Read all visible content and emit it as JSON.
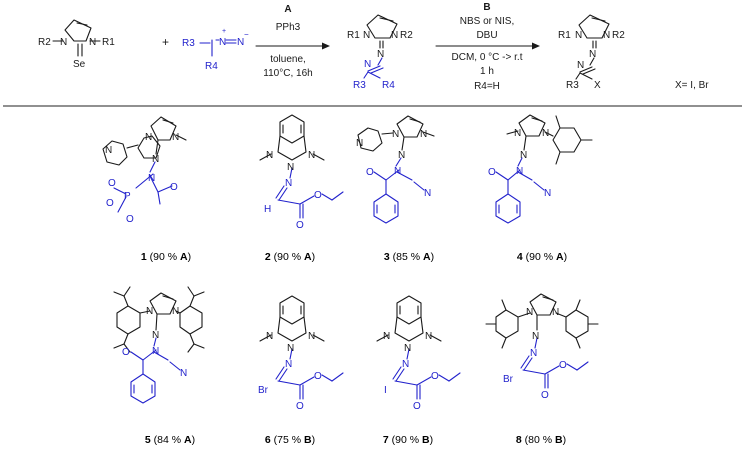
{
  "colors": {
    "ink": "#1a1a1a",
    "blue": "#2222cc"
  },
  "scheme": {
    "reagent1": {
      "R2": "R2",
      "N1": "N",
      "N2": "N",
      "R1": "R1",
      "Se": "Se"
    },
    "plus": "+",
    "reagent2": {
      "R3": "R3",
      "R4": "R4",
      "charge_plus": "+",
      "charge_minus": "−",
      "N_ylide": "N",
      "N_term": "N"
    },
    "step1": {
      "label": "A",
      "line1": "PPh3",
      "line2": "toluene,",
      "line3": "110°C, 16h"
    },
    "intermediate": {
      "R1": "R1",
      "R2": "R2",
      "R3": "R3",
      "R4": "R4"
    },
    "step2": {
      "label": "B",
      "line1": "NBS or NIS,",
      "line2": "DBU",
      "line3": "DCM, 0 °C -> r.t",
      "line4": "1 h",
      "line5": "R4=H"
    },
    "product": {
      "R1": "R1",
      "R2": "R2",
      "R3": "R3",
      "X": "X"
    },
    "x_note": "X= I, Br"
  },
  "compounds": [
    {
      "num": "1",
      "yield": "90 %",
      "method": "A"
    },
    {
      "num": "2",
      "yield": "90 %",
      "method": "A"
    },
    {
      "num": "3",
      "yield": "85 %",
      "method": "A"
    },
    {
      "num": "4",
      "yield": "90 %",
      "method": "A"
    },
    {
      "num": "5",
      "yield": "84 %",
      "method": "A"
    },
    {
      "num": "6",
      "yield": "75 %",
      "method": "B"
    },
    {
      "num": "7",
      "yield": "90 %",
      "method": "B"
    },
    {
      "num": "8",
      "yield": "80 %",
      "method": "B"
    }
  ],
  "atoms": {
    "N": "N",
    "O": "O",
    "P": "P",
    "H": "H",
    "Br": "Br",
    "I": "I"
  }
}
